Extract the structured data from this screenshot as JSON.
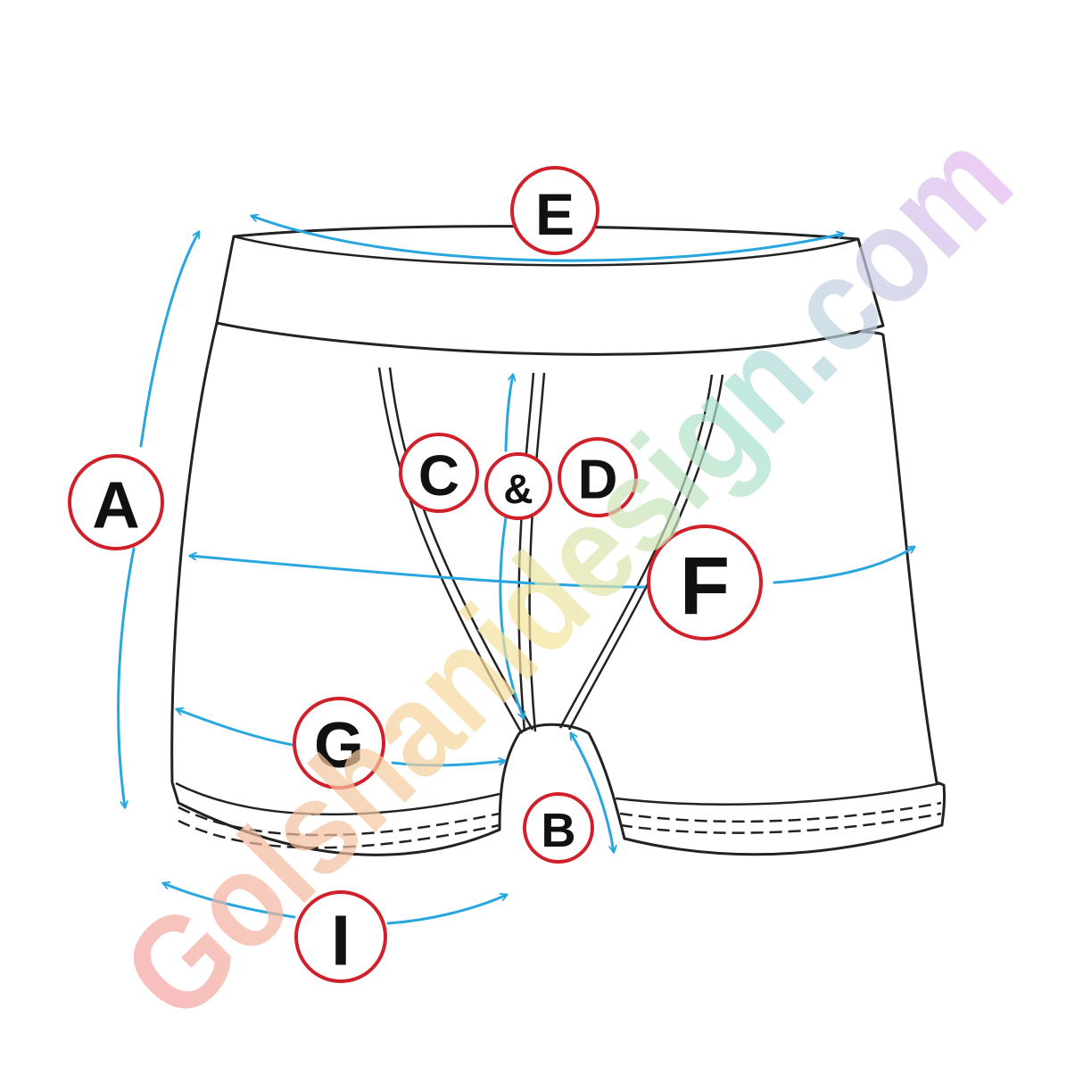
{
  "labels": {
    "A": "A",
    "B": "B",
    "C": "C",
    "amp": "&",
    "D": "D",
    "E": "E",
    "F": "F",
    "G": "G",
    "I": "I"
  },
  "watermark": "Golshanidesign.com",
  "colors": {
    "arrow": "#2aa6de",
    "badge_ring": "#d0202a",
    "outline": "#222222",
    "watermark_start": "#f4a3a3",
    "watermark_mid": "#f6e69c",
    "watermark_mid2": "#a6e2d3",
    "watermark_end": "#e6b8f2"
  }
}
